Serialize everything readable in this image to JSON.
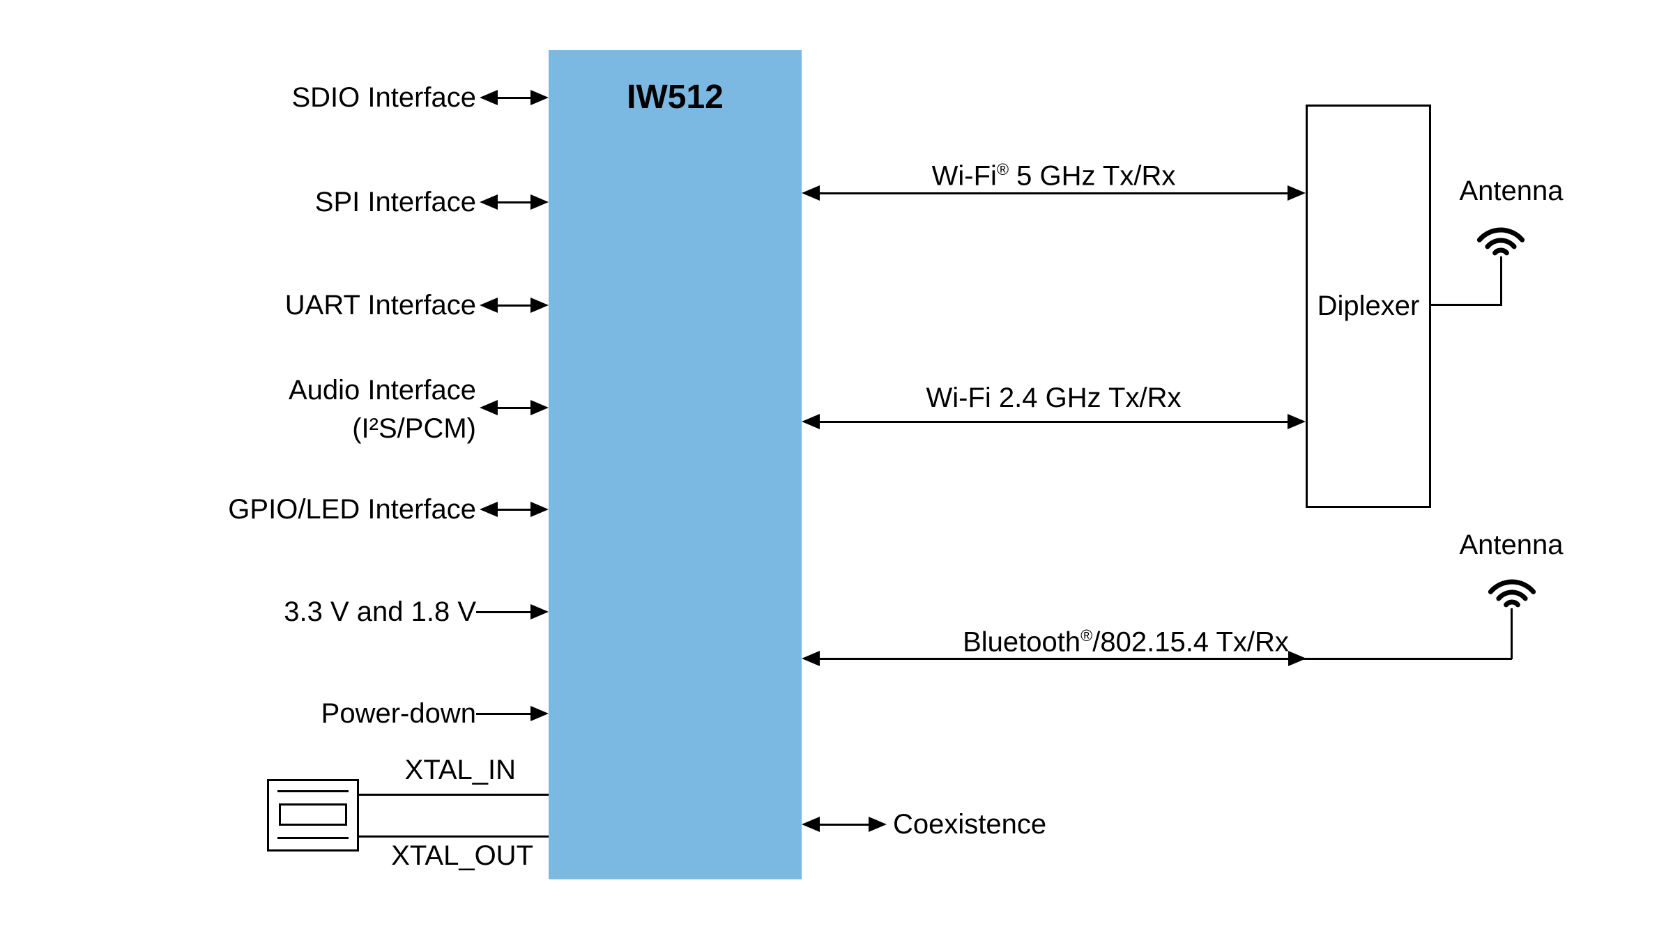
{
  "chip": {
    "label": "IW512"
  },
  "left_ports": [
    {
      "label": "SDIO Interface",
      "direction": "bidirectional"
    },
    {
      "label": "SPI Interface",
      "direction": "bidirectional"
    },
    {
      "label": "UART Interface",
      "direction": "bidirectional"
    },
    {
      "label": "Audio Interface",
      "label_line2": "(I²S/PCM)",
      "direction": "bidirectional"
    },
    {
      "label": "GPIO/LED Interface",
      "direction": "bidirectional"
    },
    {
      "label": "3.3 V and 1.8 V",
      "direction": "input"
    },
    {
      "label": "Power-down",
      "direction": "input"
    }
  ],
  "crystal": {
    "pin_in": "XTAL_IN",
    "pin_out": "XTAL_OUT"
  },
  "rf_links": {
    "wifi5": {
      "pre": "Wi-Fi",
      "sup": "®",
      "post": " 5 GHz Tx/Rx"
    },
    "wifi24": {
      "label": "Wi-Fi 2.4 GHz Tx/Rx"
    },
    "bluetooth": {
      "pre": "Bluetooth",
      "sup": "®",
      "post": "/802.15.4 Tx/Rx"
    },
    "coexistence": {
      "label": "Coexistence"
    }
  },
  "diplexer": {
    "label": "Diplexer"
  },
  "antennas": {
    "top": "Antenna",
    "bottom": "Antenna"
  },
  "colors": {
    "chip_fill": "#7CB9E2",
    "line": "#000000",
    "background": "#FFFFFF"
  }
}
